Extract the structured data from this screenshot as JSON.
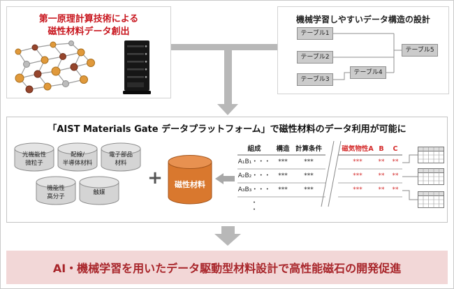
{
  "colors": {
    "accent_red": "#c8161e",
    "table_red": "#d42a2a",
    "banner_bg": "#f2d7d7",
    "banner_text": "#a8252a",
    "magnet_orange": "#d9782e",
    "cylinder_gray": "#d4d4d4",
    "arrow_gray": "#b8b8b8"
  },
  "top_left": {
    "title_line1": "第一原理計算技術による",
    "title_line2": "磁性材料データ創出"
  },
  "top_right": {
    "title": "機械学習しやすいデータ構造の設計",
    "tables": [
      {
        "label": "テーブル1"
      },
      {
        "label": "テーブル2"
      },
      {
        "label": "テーブル3"
      },
      {
        "label": "テーブル4"
      },
      {
        "label": "テーブル5"
      }
    ]
  },
  "middle": {
    "title": "「AIST Materials Gate データプラットフォーム」で磁性材料のデータ利用が可能に",
    "plus": "+",
    "magnet_label": "磁性材料",
    "cylinders": [
      {
        "line1": "光機能性",
        "line2": "微粒子"
      },
      {
        "line1": "配線/",
        "line2": "半導体材料"
      },
      {
        "line1": "電子部品",
        "line2": "材料"
      },
      {
        "line1": "機能性",
        "line2": "高分子"
      },
      {
        "line1": "触媒",
        "line2": ""
      }
    ],
    "table": {
      "headers": {
        "comp": "組成",
        "structure": "構造",
        "conditions": "計算条件",
        "mag_a": "磁気物性A",
        "mag_b": "B",
        "mag_c": "C"
      },
      "rows": [
        {
          "comp": "A₁B₁・・・",
          "structure": "***",
          "conditions": "***",
          "a": "***",
          "b": "**",
          "c": "**"
        },
        {
          "comp": "A₂B₂・・・",
          "structure": "***",
          "conditions": "***",
          "a": "***",
          "b": "**",
          "c": "**"
        },
        {
          "comp": "A₃B₃・・・",
          "structure": "***",
          "conditions": "***",
          "a": "***",
          "b": "**",
          "c": "**"
        }
      ],
      "ellipsis": [
        "・",
        "・"
      ]
    }
  },
  "bottom": {
    "banner": "AI・機械学習を用いたデータ駆動型材料設計で高性能磁石の開発促進"
  }
}
